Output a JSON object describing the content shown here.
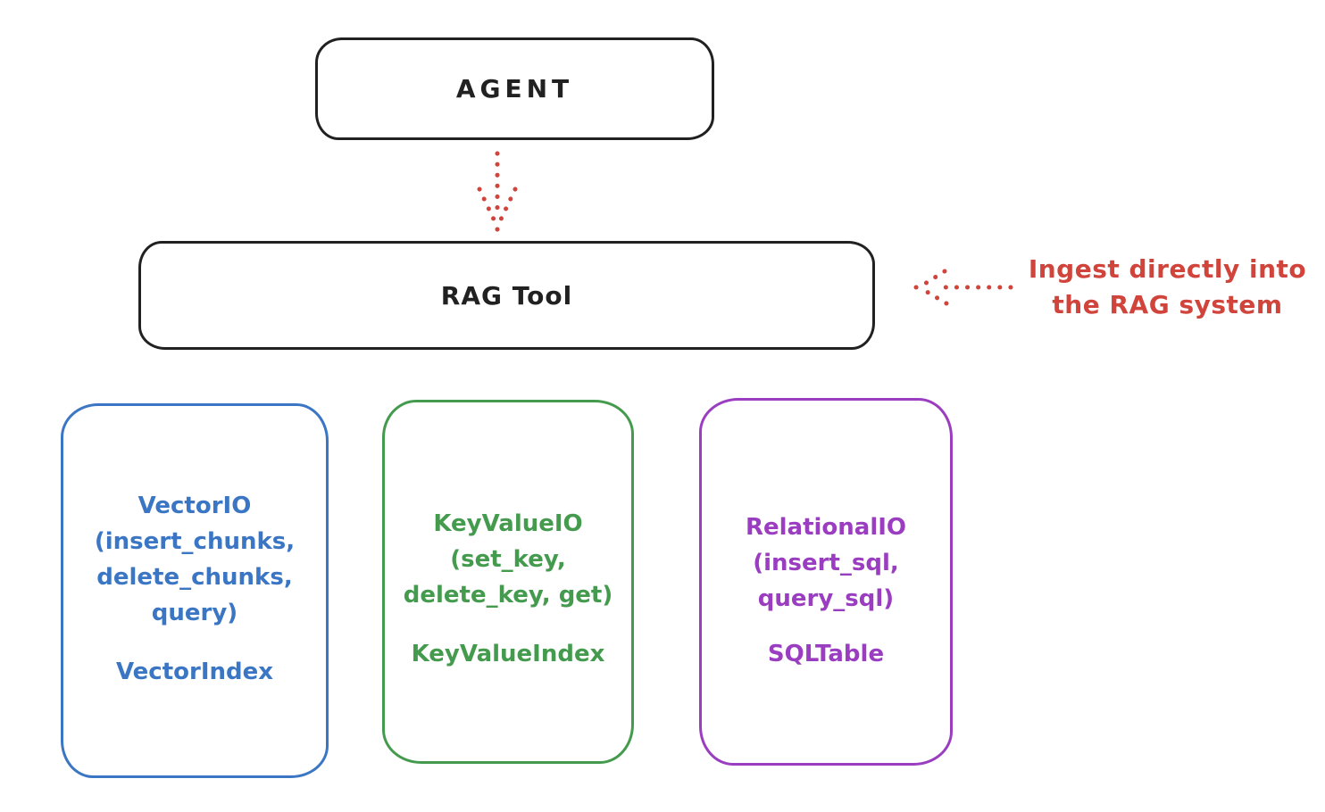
{
  "diagram": {
    "agent": {
      "label": "AGENT"
    },
    "rag_tool": {
      "label": "RAG Tool"
    },
    "annotation": {
      "line1": "Ingest directly into",
      "line2": "the RAG system"
    },
    "backends": [
      {
        "id": "vector-io",
        "color": "#3a76c4",
        "lines": [
          "VectorIO",
          "(insert_chunks,",
          "delete_chunks,",
          "query)"
        ],
        "index_label": "VectorIndex"
      },
      {
        "id": "keyvalue-io",
        "color": "#449b4e",
        "lines": [
          "KeyValueIO",
          "(set_key,",
          "delete_key, get)"
        ],
        "index_label": "KeyValueIndex"
      },
      {
        "id": "relational-io",
        "color": "#9a3dc1",
        "lines": [
          "RelationalIO",
          "(insert_sql,",
          "query_sql)"
        ],
        "index_label": "SQLTable"
      }
    ],
    "colors": {
      "ink": "#212121",
      "red": "#d0443c",
      "blue": "#3a76c4",
      "green": "#449b4e",
      "purple": "#9a3dc1",
      "background": "#ffffff"
    }
  }
}
